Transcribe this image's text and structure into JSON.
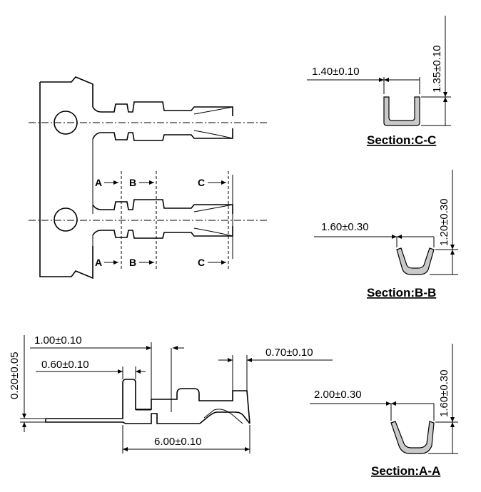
{
  "sections": {
    "cc": {
      "title": "Section:C-C",
      "width_dim": "1.40±0.10",
      "height_dim": "1.35±0.10"
    },
    "bb": {
      "title": "Section:B-B",
      "width_dim": "1.60±0.30",
      "height_dim": "1.20±0.30"
    },
    "aa": {
      "title": "Section:A-A",
      "width_dim": "2.00±0.30",
      "height_dim": "1.60±0.30"
    }
  },
  "side_view": {
    "dim_thickness": "0.20±0.05",
    "dim_1": "1.00±0.10",
    "dim_2": "0.60±0.10",
    "dim_3": "0.70±0.10",
    "dim_length": "6.00±0.10"
  },
  "markers": {
    "a": "A",
    "b": "B",
    "c": "C"
  }
}
